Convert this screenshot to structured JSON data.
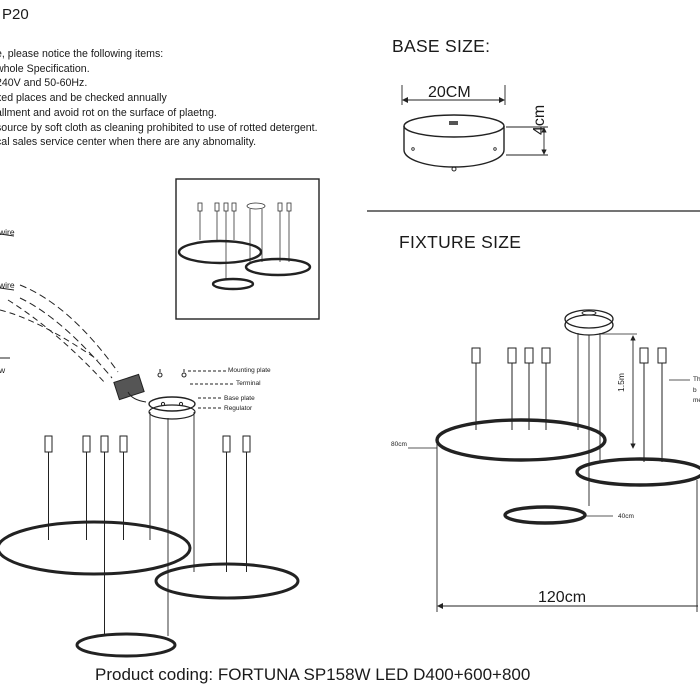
{
  "header": {
    "model_code": "P20"
  },
  "notes": [
    "e, please notice the following items:",
    "whole Specification.",
    "240V and 50-60Hz.",
    "xed places and be checked annually",
    "allment and avoid rot on the surface of plaetng.",
    "source by soft cloth as cleaning prohibited to use of rotted detergent.",
    "cal sales service center when there are any abnomality."
  ],
  "wiring_labels": [
    "wire",
    "wire",
    "w"
  ],
  "assembly_labels": {
    "mounting_plate": "Mounting plate",
    "terminal": "Terminal",
    "base_plate": "Base plate",
    "regulator": "Regulator"
  },
  "base_size": {
    "title": "BASE SIZE:",
    "diameter": "20CM",
    "height": "4cm"
  },
  "fixture_size": {
    "title": "FIXTURE SIZE",
    "cable_length": "1.5m",
    "large_ring": "80cm",
    "small_ring": "40cm",
    "total_width": "120cm",
    "side_note": [
      "Th",
      "b",
      "me"
    ]
  },
  "footer": {
    "product_coding": "Product coding: FORTUNA SP158W LED D400+600+800"
  }
}
